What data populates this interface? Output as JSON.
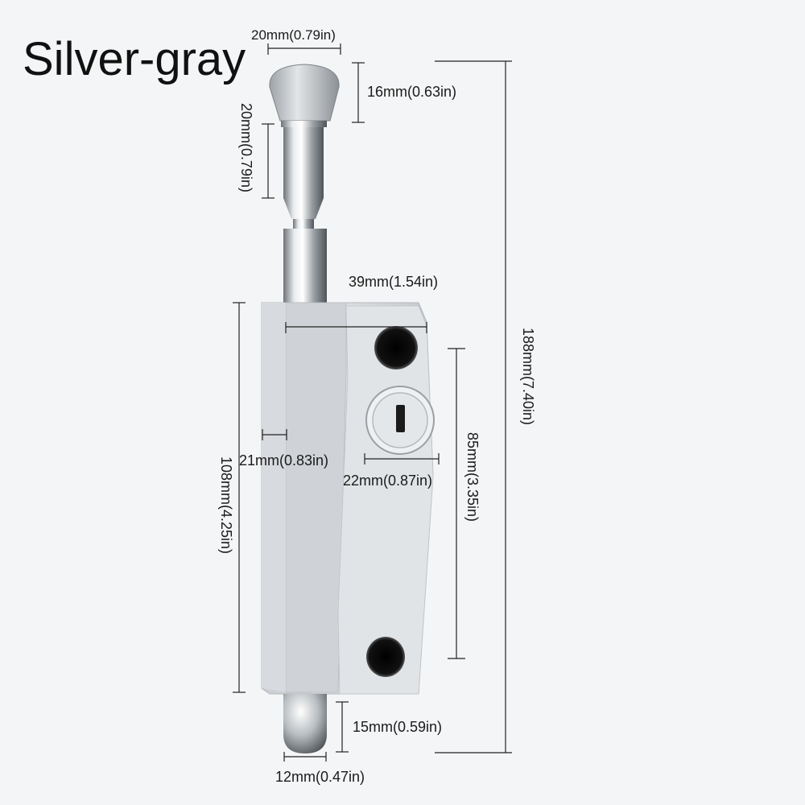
{
  "title": "Silver-gray",
  "dimensions": {
    "head_width": "20mm(0.79in)",
    "head_height": "16mm(0.63in)",
    "pin_upper": "20mm(0.79in)",
    "body_width": "39mm(1.54in)",
    "total_height": "188mm(7.40in)",
    "side_width": "21mm(0.83in)",
    "lock_width": "22mm(0.87in)",
    "lock_span": "85mm(3.35in)",
    "body_height": "108mm(4.25in)",
    "bottom_pin": "15mm(0.59in)",
    "bottom_width": "12mm(0.47in)"
  }
}
